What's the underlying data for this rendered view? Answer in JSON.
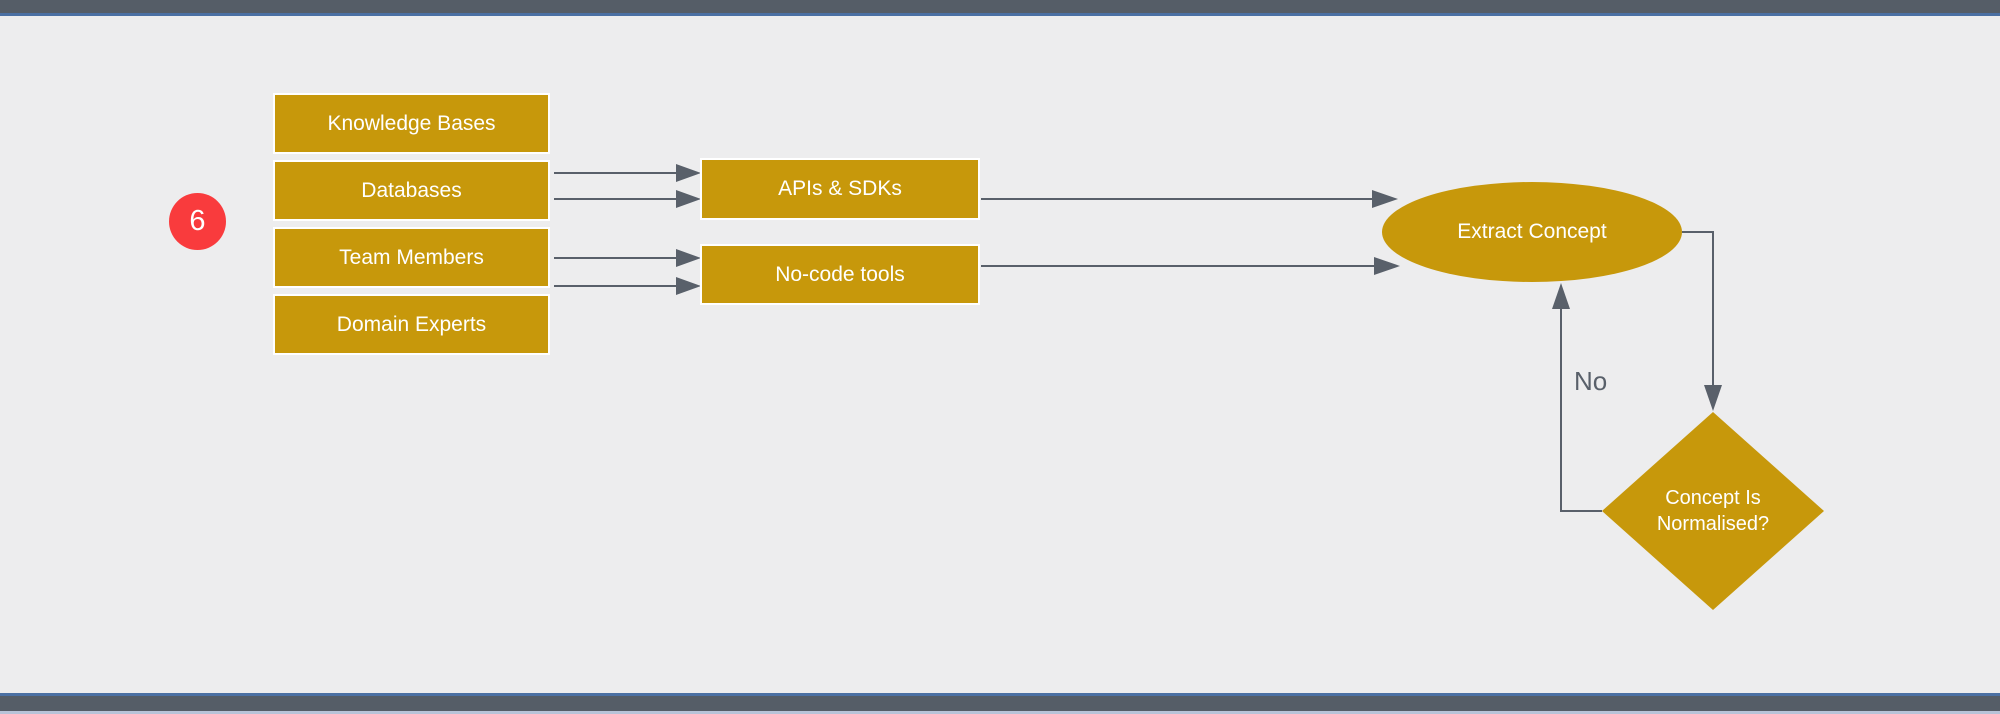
{
  "diagram": {
    "badge": "6",
    "sources": [
      {
        "label": "Knowledge Bases"
      },
      {
        "label": "Databases"
      },
      {
        "label": "Team Members"
      },
      {
        "label": "Domain Experts"
      }
    ],
    "tools": [
      {
        "label": "APIs & SDKs"
      },
      {
        "label": "No-code tools"
      }
    ],
    "process": {
      "label": "Extract Concept"
    },
    "decision": {
      "label": "Concept Is Normalised?"
    },
    "edge_labels": {
      "no": "No"
    }
  },
  "colors": {
    "background": "#EDEDEE",
    "shape_fill": "#C7980B",
    "shape_text": "#FFFFFF",
    "connector": "#59606A",
    "frame_bar": "#555D67",
    "frame_line": "#4B70A3",
    "frame_strip": "#B7C3D8",
    "badge_fill": "#F93B3D",
    "edge_label_text": "#59606A"
  }
}
